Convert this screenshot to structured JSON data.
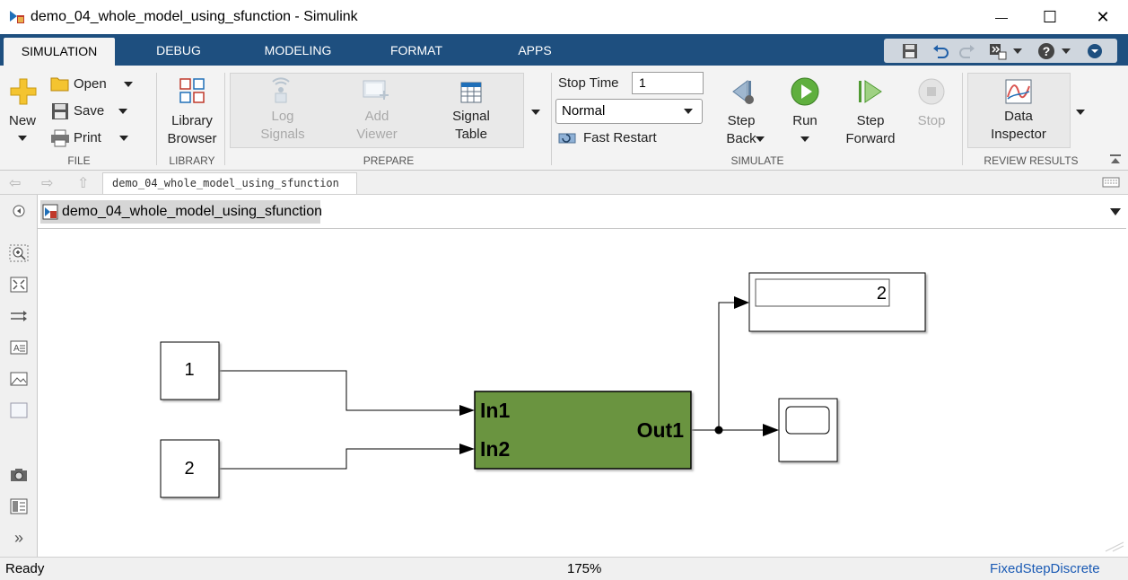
{
  "window": {
    "title": "demo_04_whole_model_using_sfunction - Simulink",
    "minimize_glyph": "—",
    "maximize_glyph": "☐",
    "close_glyph": "✕"
  },
  "tabs": [
    {
      "label": "SIMULATION",
      "active": true
    },
    {
      "label": "DEBUG"
    },
    {
      "label": "MODELING"
    },
    {
      "label": "FORMAT"
    },
    {
      "label": "APPS"
    }
  ],
  "ribbon": {
    "file": {
      "group_label": "FILE",
      "new_label": "New",
      "open_label": "Open",
      "save_label": "Save",
      "print_label": "Print"
    },
    "library": {
      "group_label": "LIBRARY",
      "library_browser_line1": "Library",
      "library_browser_line2": "Browser"
    },
    "prepare": {
      "group_label": "PREPARE",
      "log_signals_line1": "Log",
      "log_signals_line2": "Signals",
      "add_viewer_line1": "Add",
      "add_viewer_line2": "Viewer",
      "signal_table_line1": "Signal",
      "signal_table_line2": "Table"
    },
    "simulate": {
      "group_label": "SIMULATE",
      "stop_time_label": "Stop Time",
      "stop_time_value": "1",
      "mode_value": "Normal",
      "fast_restart_label": "Fast Restart",
      "step_back_line1": "Step",
      "step_back_line2": "Back",
      "run_label": "Run",
      "step_forward_line1": "Step",
      "step_forward_line2": "Forward",
      "stop_label": "Stop"
    },
    "review": {
      "group_label": "REVIEW RESULTS",
      "data_inspector_line1": "Data",
      "data_inspector_line2": "Inspector"
    }
  },
  "nav": {
    "breadcrumb_tab": "demo_04_whole_model_using_sfunction"
  },
  "explorer": {
    "path": "demo_04_whole_model_using_sfunction"
  },
  "model": {
    "const1_value": "1",
    "const2_value": "2",
    "subsystem_in1": "In1",
    "subsystem_in2": "In2",
    "subsystem_out1": "Out1",
    "display_value": "2",
    "subsystem_color": "#6a9440"
  },
  "status": {
    "state": "Ready",
    "zoom": "175%",
    "solver": "FixedStepDiscrete"
  },
  "colors": {
    "tabbar": "#1e4f7f",
    "solver_link": "#1a5ab4"
  }
}
